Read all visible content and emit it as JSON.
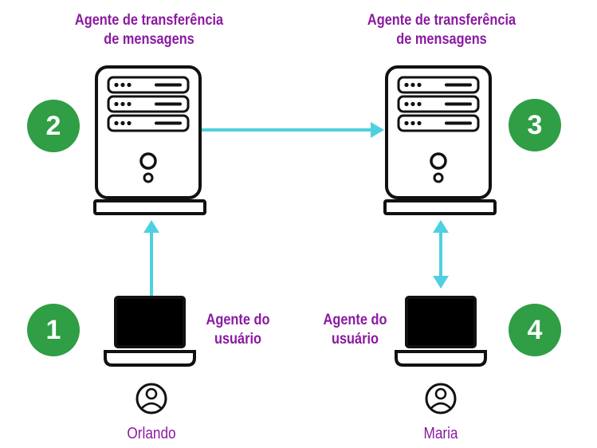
{
  "colors": {
    "purple": "#8a1aa0",
    "green": "#2f9e44",
    "arrow": "#4fd0e0",
    "outline": "#111111"
  },
  "labels": {
    "mta_left": [
      "Agente de transferência",
      "de mensagens"
    ],
    "mta_right": [
      "Agente de transferência",
      "de mensagens"
    ],
    "ua_left": [
      "Agente do",
      "usuário"
    ],
    "ua_right": [
      "Agente do",
      "usuário"
    ]
  },
  "steps": {
    "one": "1",
    "two": "2",
    "three": "3",
    "four": "4"
  },
  "users": {
    "left": "Orlando",
    "right": "Maria"
  },
  "icons": {
    "server": "server-icon",
    "laptop": "laptop-icon",
    "user": "user-icon"
  }
}
